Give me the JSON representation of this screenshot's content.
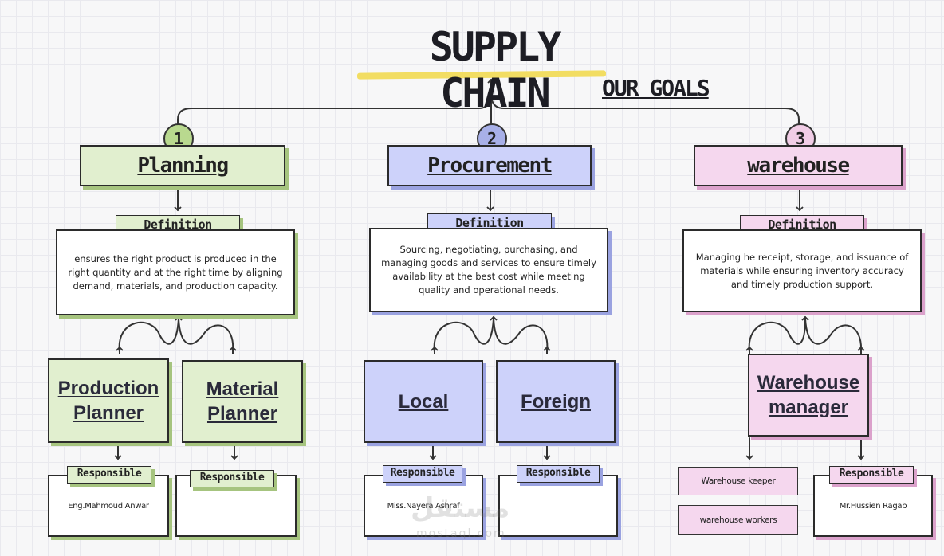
{
  "title": "SUPPLY CHAIN",
  "subtitle": "OUR GOALS",
  "colors": {
    "planning": "#e1efcf",
    "procurement": "#cdd2fa",
    "warehouse": "#f5d7ee",
    "highlight": "#f2dd62"
  },
  "columns": [
    {
      "number": "1",
      "label": "Planning",
      "definition_label": "Definition",
      "definition": "ensures the right product is produced in the right quantity and at the right time by aligning demand, materials, and production capacity.",
      "roles": [
        {
          "name": "Production Planner",
          "responsible_label": "Responsible",
          "person": "Eng.Mahmoud Anwar"
        },
        {
          "name": "Material Planner",
          "responsible_label": "Responsible",
          "person": ""
        }
      ]
    },
    {
      "number": "2",
      "label": "Procurement",
      "definition_label": "Definition",
      "definition": "Sourcing, negotiating, purchasing, and managing goods and services to ensure timely availability at the best cost while meeting quality and operational needs.",
      "roles": [
        {
          "name": "Local",
          "responsible_label": "Responsible",
          "person": "Miss.Nayera Ashraf"
        },
        {
          "name": "Foreign",
          "responsible_label": "Responsible",
          "person": ""
        }
      ]
    },
    {
      "number": "3",
      "label": "warehouse",
      "definition_label": "Definition",
      "definition": "Managing he receipt, storage, and issuance of materials while ensuring inventory accuracy and timely production support.",
      "roles": [
        {
          "name": "Warehouse manager",
          "responsible_label": "Responsible",
          "person": "Mr.Hussien Ragab"
        }
      ],
      "staff": [
        "Warehouse keeper",
        "warehouse workers"
      ]
    }
  ],
  "watermark": {
    "text": "مستقل",
    "sub": "mostaql.com"
  }
}
